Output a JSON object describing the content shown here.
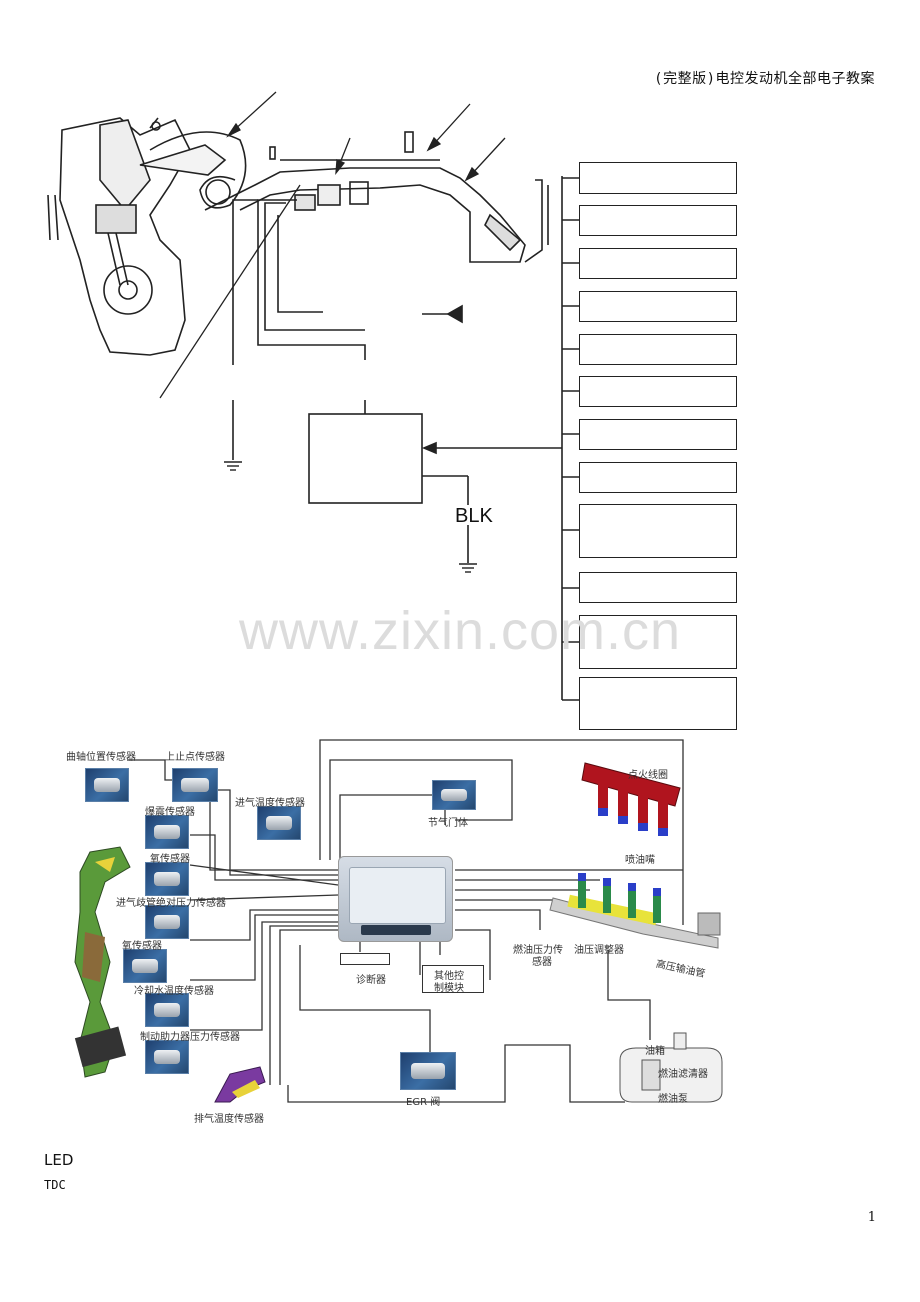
{
  "header": {
    "title": "(完整版)电控发动机全部电子教案"
  },
  "watermark": "www.zixin.com.cn",
  "diagram_top": {
    "ground_label": "BLK"
  },
  "diagram_bottom": {
    "labels": {
      "crank_sensor": "曲轴位置传感器",
      "tdc_sensor": "上止点传感器",
      "knock_sensor": "爆震传感器",
      "intake_temp_sensor": "进气温度传感器",
      "oxygen_sensor_1": "氧传感器",
      "map_sensor": "进气歧管绝对压力传感器",
      "oxygen_sensor_2": "氧传感器",
      "coolant_temp_sensor": "冷却水温度传感器",
      "brake_booster_sensor": "制动助力器压力传感器",
      "exhaust_temp_sensor": "排气温度传感器",
      "throttle_body": "节气门体",
      "ignition_coil": "点火线圈",
      "injector": "喷油嘴",
      "fuel_pressure_sensor_line1": "燃油压力传",
      "fuel_pressure_sensor_line2": "感器",
      "fuel_regulator": "油压调整器",
      "fuel_rail": "高压输油管",
      "diagnostic": "诊断器",
      "other_module_line1": "其他控",
      "other_module_line2": "制模块",
      "egr_valve": "EGR 阀",
      "fuel_tank": "油箱",
      "fuel_filter": "燃油滤清器",
      "fuel_pump": "燃油泵"
    }
  },
  "footer": {
    "led": "LED",
    "tdc": "TDC",
    "page_number": "1"
  }
}
